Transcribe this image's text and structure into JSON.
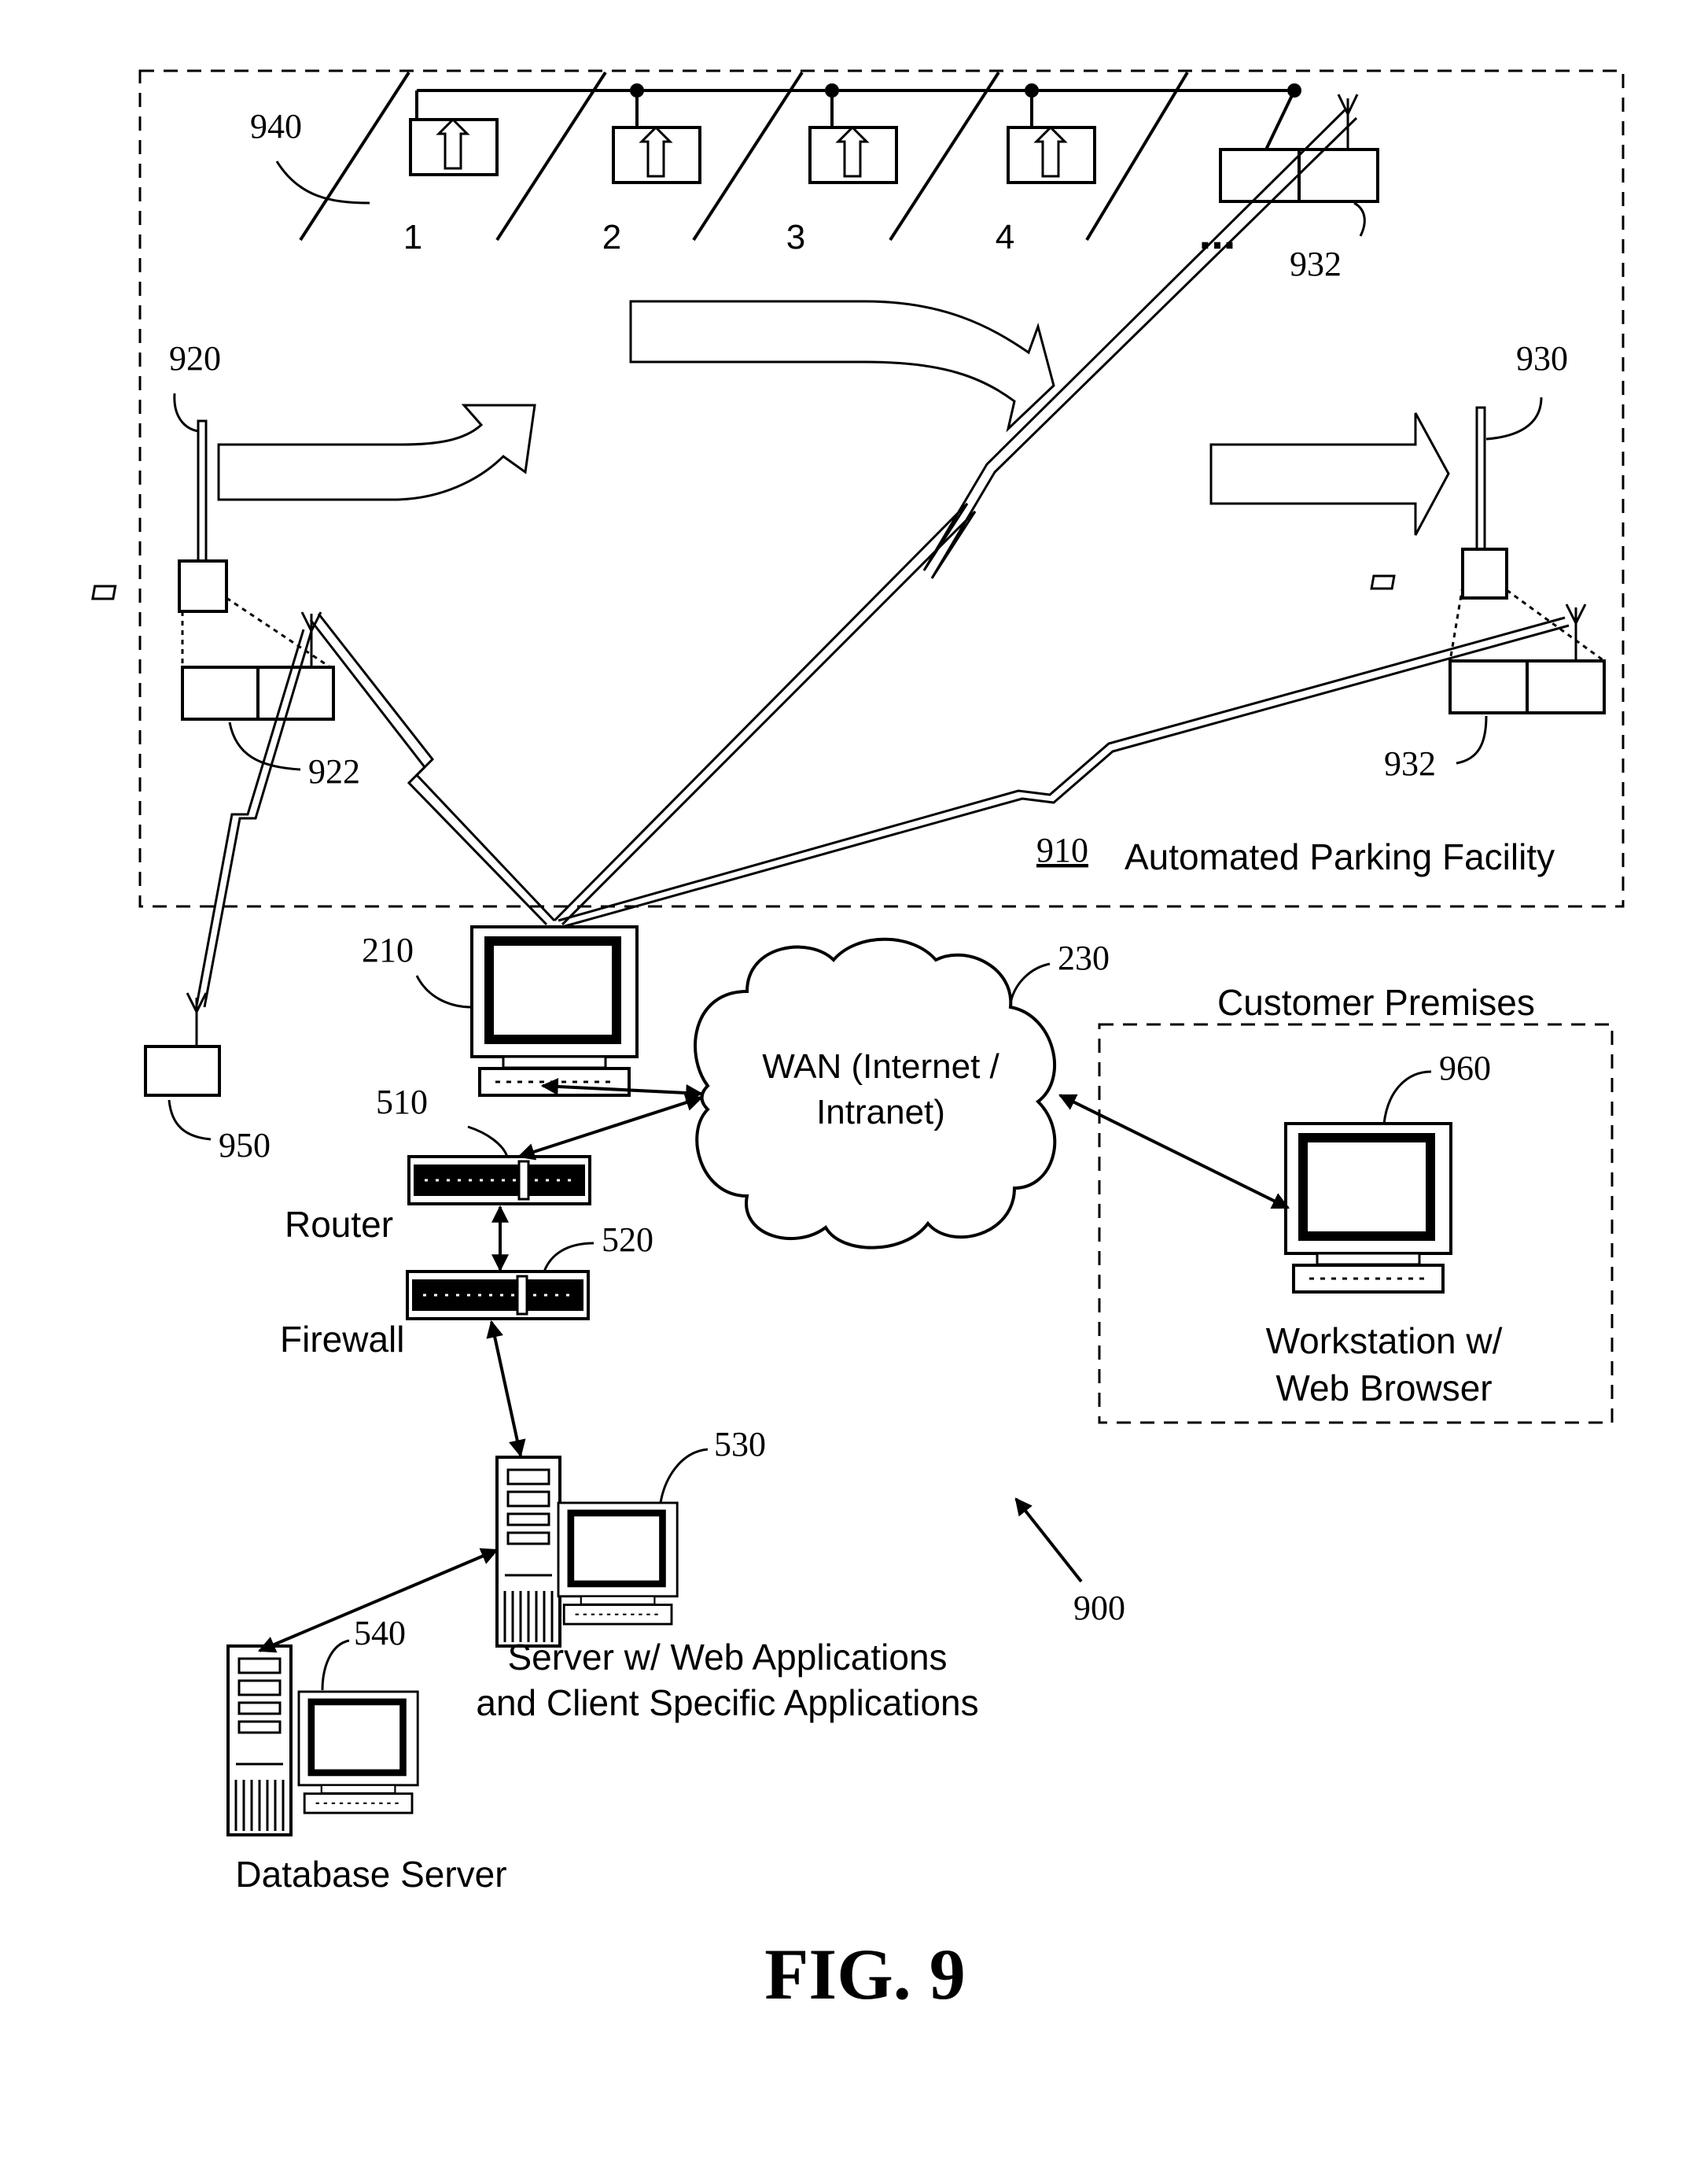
{
  "figure_title": "FIG. 9",
  "ref_numbers": {
    "facility": "910",
    "parking_spaces": "940",
    "entrance_reader": "920",
    "entrance_device": "922",
    "exit_reader": "930",
    "exit_device": "932",
    "space_controller": "932",
    "remote_device": "950",
    "host_computer": "210",
    "wan": "230",
    "router": "510",
    "firewall": "520",
    "web_server": "530",
    "db_server": "540",
    "workstation": "960",
    "system": "900"
  },
  "labels": {
    "facility": "Automated Parking Facility",
    "spaces": [
      "1",
      "2",
      "3",
      "4"
    ],
    "ellipsis": "...",
    "wan_line1": "WAN (Internet /",
    "wan_line2": "Intranet)",
    "customer_premises": "Customer Premises",
    "router": "Router",
    "firewall": "Firewall",
    "workstation_line1": "Workstation w/",
    "workstation_line2": "Web Browser",
    "web_server_line1": "Server w/ Web Applications",
    "web_server_line2": "and Client Specific Applications",
    "db_server": "Database Server"
  }
}
